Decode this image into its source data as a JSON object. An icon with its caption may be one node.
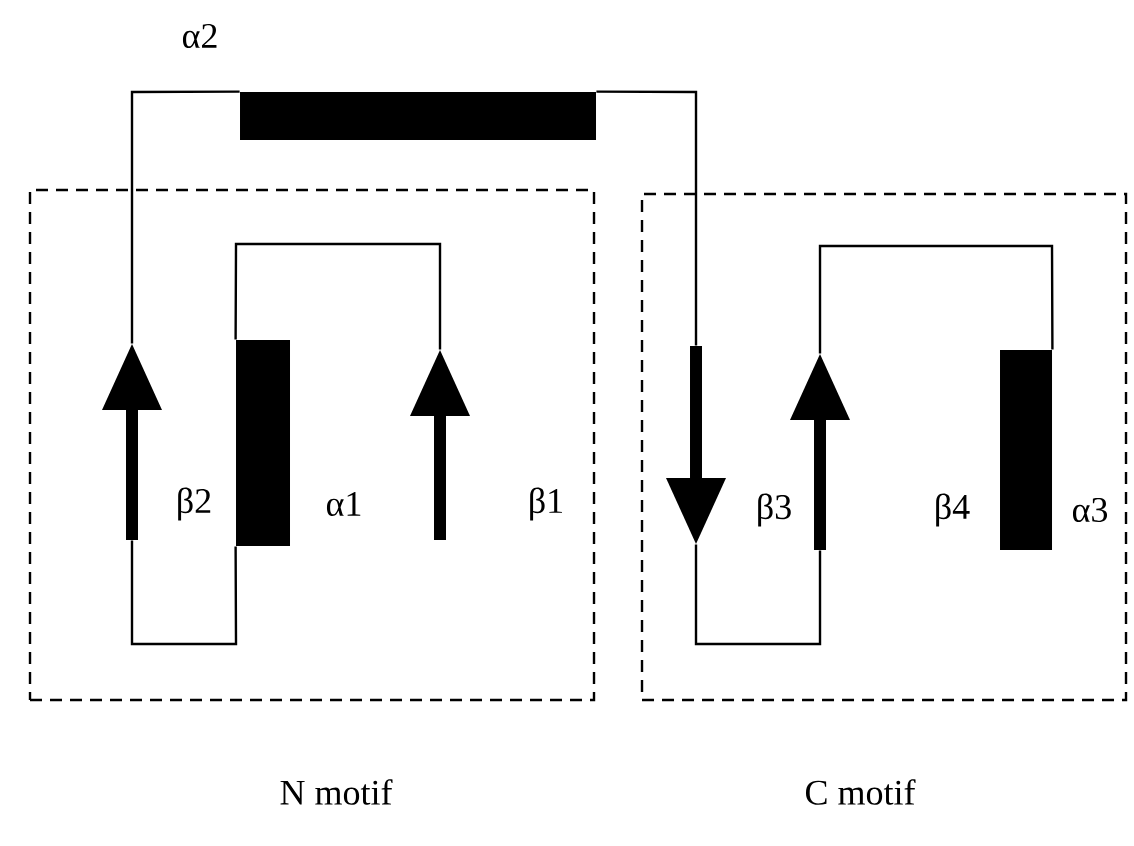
{
  "diagram": {
    "nodes": [
      {
        "text": [
          "α2"
        ]
      },
      {
        "text": [
          "N motif"
        ]
      },
      {
        "text": [
          "β2"
        ],
        "in": 1
      },
      {
        "text": [
          "α1"
        ],
        "in": 1
      },
      {
        "text": [
          "β1"
        ],
        "in": 1
      },
      {
        "text": [
          "C motif"
        ]
      },
      {
        "text": [
          "β3"
        ],
        "in": 5
      },
      {
        "text": [
          "β4"
        ],
        "in": 5
      },
      {
        "text": [
          "α3"
        ],
        "in": 5
      }
    ],
    "edges": [
      {
        "from": 4,
        "to": 3,
        "arrow": "none"
      },
      {
        "from": 3,
        "to": 2,
        "arrow": "none"
      },
      {
        "from": 2,
        "to": 0,
        "arrow": "none"
      },
      {
        "from": 0,
        "to": 6,
        "arrow": "none"
      },
      {
        "from": 6,
        "to": 7,
        "arrow": "none"
      },
      {
        "from": 7,
        "to": 8,
        "arrow": "none"
      }
    ]
  }
}
